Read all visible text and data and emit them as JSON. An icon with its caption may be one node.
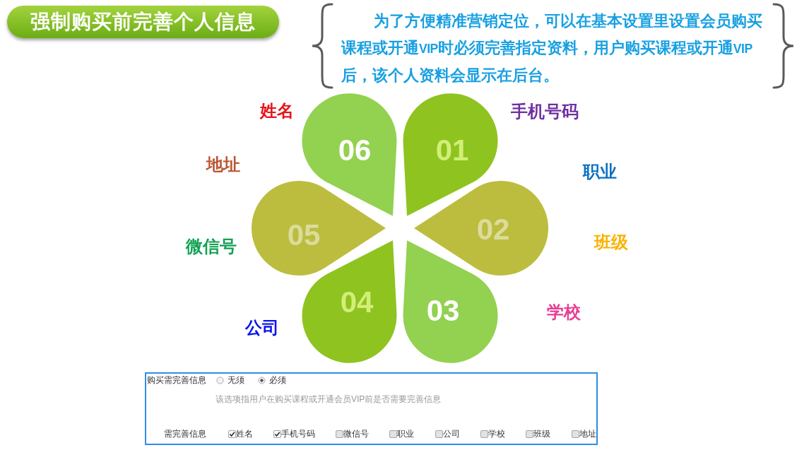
{
  "diagram": {
    "title": "强制购买前完善个人信息",
    "nodes": [
      {
        "text": [
          "01"
        ]
      },
      {
        "text": [
          "02"
        ]
      },
      {
        "text": [
          "03"
        ]
      },
      {
        "text": [
          "04"
        ]
      },
      {
        "text": [
          "05"
        ]
      },
      {
        "text": [
          "06"
        ]
      },
      {
        "text": [
          "购买需完善信息",
          "无须",
          "必须",
          "该选项指用户在购买课程或开通会员VIP前是否需要完善信息",
          "需完善信息",
          "姓名",
          "手机号码",
          "微信号",
          "职业",
          "公司",
          "学校",
          "班级",
          "地址"
        ]
      }
    ],
    "labels": [
      "为了方便精准营销定位，可以在基本设置里设置会员购买课程或开通VIP时必须完善指定资料，用户购买课程或开通VIP后，该个人资料会显示在后台。",
      "姓名",
      "手机号码",
      "地址",
      "职业",
      "微信号",
      "班级",
      "学校",
      "公司"
    ]
  }
}
